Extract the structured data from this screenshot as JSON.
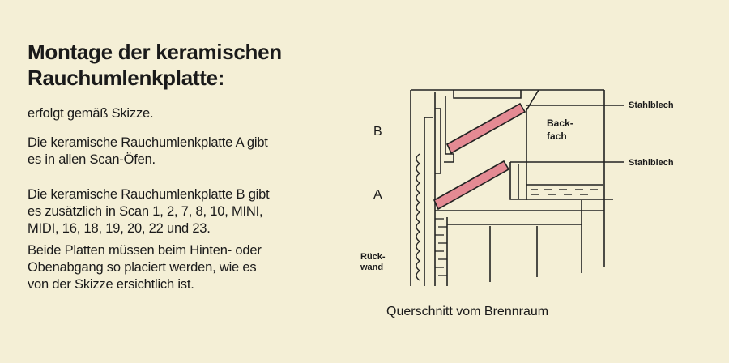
{
  "title": {
    "line1": "Montage der keramischen",
    "line2": "Rauchumlenkplatte:"
  },
  "paragraphs": [
    "erfolgt gemäß Skizze.",
    "Die keramische Rauchumlenkplatte A gibt es in allen Scan-Öfen.",
    "Die keramische Rauchumlenkplatte B gibt es zusätzlich in Scan 1, 2, 7, 8, 10, MINI, MIDI, 16, 18, 19, 20, 22 und 23.",
    "Beide Platten müssen beim Hinten- oder Obenabgang so placiert werden, wie es von der Skizze ersichtlich ist."
  ],
  "lines": {
    "p2a": "Die keramische Rauchumlenkplatte A gibt",
    "p2b": "es in allen Scan-Öfen.",
    "p3a": "Die keramische Rauchumlenkplatte B gibt",
    "p3b": "es zusätzlich in Scan 1, 2, 7, 8, 10, MINI,",
    "p3c": "MIDI, 16, 18, 19, 20, 22 und 23.",
    "p4a": "Beide Platten müssen beim Hinten- oder",
    "p4b": "Obenabgang so placiert werden, wie es",
    "p4c": "von der Skizze ersichtlich ist."
  },
  "diagram": {
    "label_b": "B",
    "label_a": "A",
    "rueckwand": [
      "Rück-",
      "wand"
    ],
    "backfach": [
      "Back-",
      "fach"
    ],
    "stahlblech_1": "Stahlblech",
    "stahlblech_2": "Stahlblech",
    "caption": "Querschnitt vom Brennraum",
    "plate_color": "#e48a93"
  }
}
